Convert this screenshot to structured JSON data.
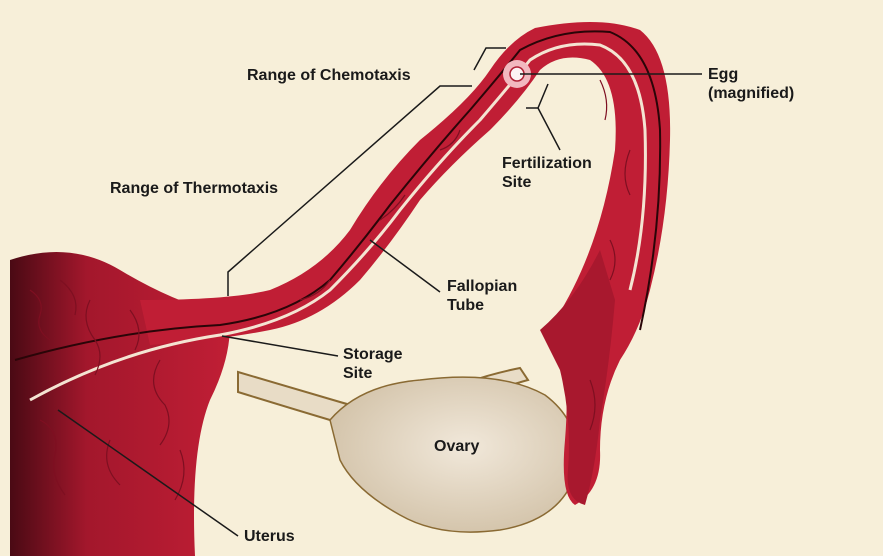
{
  "labels": {
    "chemotaxis": "Range of Chemotaxis",
    "thermotaxis": "Range of Thermotaxis",
    "egg_line1": "Egg",
    "egg_line2": "(magnified)",
    "fertilization_line1": "Fertilization",
    "fertilization_line2": "Site",
    "fallopian_line1": "Fallopian",
    "fallopian_line2": "Tube",
    "storage_line1": "Storage",
    "storage_line2": "Site",
    "ovary": "Ovary",
    "uterus": "Uterus"
  },
  "colors": {
    "background": "#f7efd9",
    "tissue": "#c01e35",
    "tissue_dark": "#7e0f21",
    "lumen": "#f4e4d2",
    "ovary": "#e3d6c2",
    "ovary_edge": "#8a6a33",
    "egg_halo": "#f2b8bf",
    "leader_line": "#1a1a1a"
  }
}
